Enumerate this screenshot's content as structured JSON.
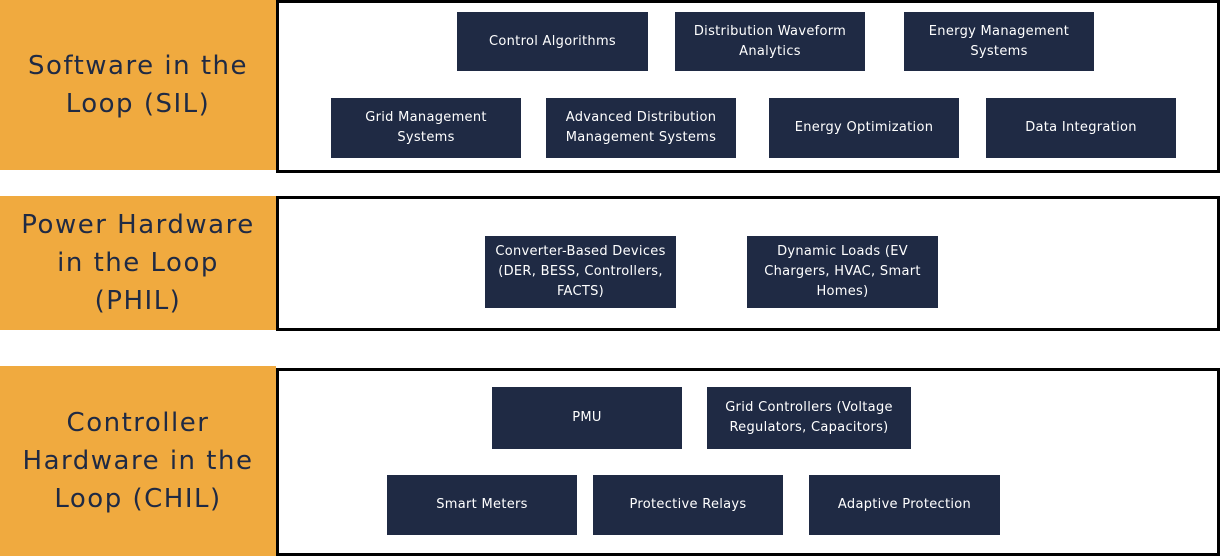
{
  "layers": [
    {
      "label": "Software in the\nLoop (SIL)",
      "items": [
        "Control Algorithms",
        "Distribution Waveform Analytics",
        "Energy Management Systems",
        "Grid Management Systems",
        "Advanced Distribution Management Systems",
        "Energy Optimization",
        "Data Integration"
      ]
    },
    {
      "label": "Power Hardware\nin the Loop\n(PHIL)",
      "items": [
        "Converter-Based Devices (DER, BESS, Controllers, FACTS)",
        "Dynamic Loads (EV Chargers, HVAC, Smart Homes)"
      ]
    },
    {
      "label": "Controller\nHardware in the\nLoop (CHIL)",
      "items": [
        "PMU",
        "Grid Controllers (Voltage Regulators, Capacitors)",
        "Smart Meters",
        "Protective Relays",
        "Adaptive Protection"
      ]
    }
  ],
  "colors": {
    "label_background": "#f0aa3f",
    "label_text": "#1f2a44",
    "chip_background": "#1f2a44",
    "chip_text": "#ffffff",
    "border": "#000000"
  }
}
